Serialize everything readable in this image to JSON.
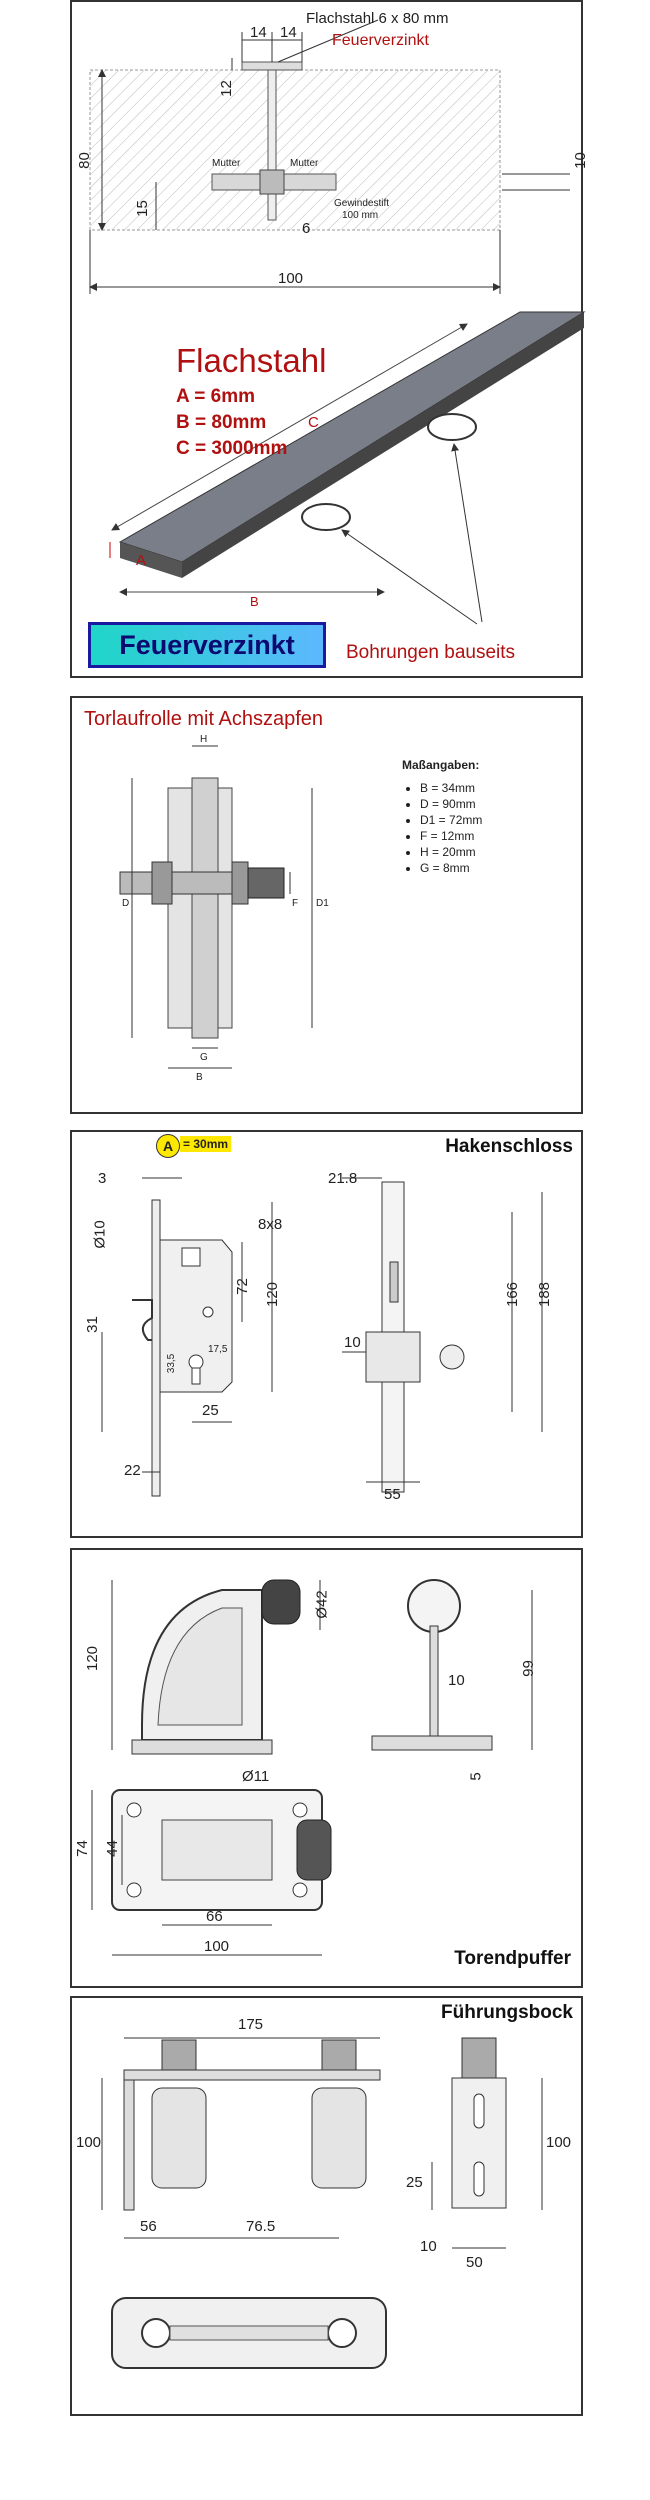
{
  "flachstahl_panel": {
    "header_label": "Flachstahl 6 x 80 mm",
    "header_sub": "Feuerverzinkt",
    "dim_14a": "14",
    "dim_14b": "14",
    "dim_12": "12",
    "dim_80": "80",
    "dim_10": "10",
    "dim_15": "15",
    "dim_6": "6",
    "dim_100": "100",
    "mutter_left": "Mutter",
    "mutter_right": "Mutter",
    "gewindestift": "Gewindestift",
    "gewindestift_len": "100 mm",
    "title": "Flachstahl",
    "spec_a": "A = 6mm",
    "spec_b": "B = 80mm",
    "spec_c": "C = 3000mm",
    "label_c": "C",
    "label_a": "A",
    "label_b": "B",
    "badge": "Feuerverzinkt",
    "bohrungen": "Bohrungen bauseits"
  },
  "torlaufrolle_panel": {
    "title": "Torlaufrolle mit Achszapfen",
    "specs_heading": "Maßangaben:",
    "specs": [
      "B = 34mm",
      "D = 90mm",
      "D1 = 72mm",
      "F = 12mm",
      "H = 20mm",
      "G = 8mm"
    ],
    "lbl_h": "H",
    "lbl_d": "D",
    "lbl_d1": "D1",
    "lbl_f": "F",
    "lbl_g": "G",
    "lbl_b": "B"
  },
  "hakenschloss_panel": {
    "title": "Hakenschloss",
    "badge_letter": "A",
    "badge_text": "= 30mm",
    "dim_3": "3",
    "dim_21_8": "21.8",
    "dim_10_dia": "Ø10",
    "dim_8x8": "8x8",
    "dim_72": "72",
    "dim_120": "120",
    "dim_166": "166",
    "dim_188": "188",
    "dim_31": "31",
    "dim_17_5": "17,5",
    "dim_33_5": "33,5",
    "dim_25": "25",
    "dim_10": "10",
    "dim_22": "22",
    "dim_55": "55"
  },
  "torendpuffer_panel": {
    "title": "Torendpuffer",
    "dim_120": "120",
    "dim_42": "Ø42",
    "dim_99": "99",
    "dim_10": "10",
    "dim_5": "5",
    "dim_11": "Ø11",
    "dim_74": "74",
    "dim_44": "44",
    "dim_66": "66",
    "dim_100": "100"
  },
  "fuehrungsbock_panel": {
    "title": "Führungsbock",
    "dim_175": "175",
    "dim_100_left": "100",
    "dim_100_right": "100",
    "dim_25": "25",
    "dim_10": "10",
    "dim_50": "50",
    "dim_56": "56",
    "dim_76_5": "76.5"
  }
}
